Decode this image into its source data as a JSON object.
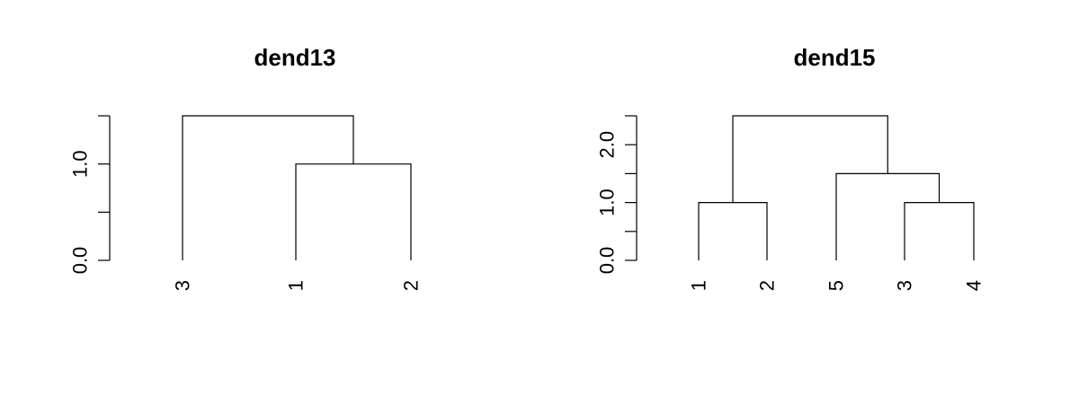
{
  "chart_data": [
    {
      "type": "dendrogram",
      "title": "dend13",
      "ylim": [
        0,
        1.5
      ],
      "y_ticks": [
        0,
        0.5,
        1.0,
        1.5
      ],
      "y_tick_labels": [
        "0.0",
        "",
        "1.0",
        ""
      ],
      "leaves": [
        "3",
        "1",
        "2"
      ],
      "merges": [
        {
          "left": "1",
          "right": "2",
          "height": 1.0
        },
        {
          "left": "3",
          "right": "(1,2)",
          "height": 1.5
        }
      ],
      "colors": {
        "line": "#000000"
      }
    },
    {
      "type": "dendrogram",
      "title": "dend15",
      "ylim": [
        0,
        2.5
      ],
      "y_ticks": [
        0,
        0.5,
        1.0,
        1.5,
        2.0,
        2.5
      ],
      "y_tick_labels": [
        "0.0",
        "",
        "1.0",
        "",
        "2.0",
        ""
      ],
      "leaves": [
        "1",
        "2",
        "5",
        "3",
        "4"
      ],
      "merges": [
        {
          "left": "1",
          "right": "2",
          "height": 1.0
        },
        {
          "left": "3",
          "right": "4",
          "height": 1.0
        },
        {
          "left": "5",
          "right": "(3,4)",
          "height": 1.5
        },
        {
          "left": "(1,2)",
          "right": "(5,(3,4))",
          "height": 2.5
        }
      ],
      "colors": {
        "line": "#000000"
      }
    }
  ]
}
